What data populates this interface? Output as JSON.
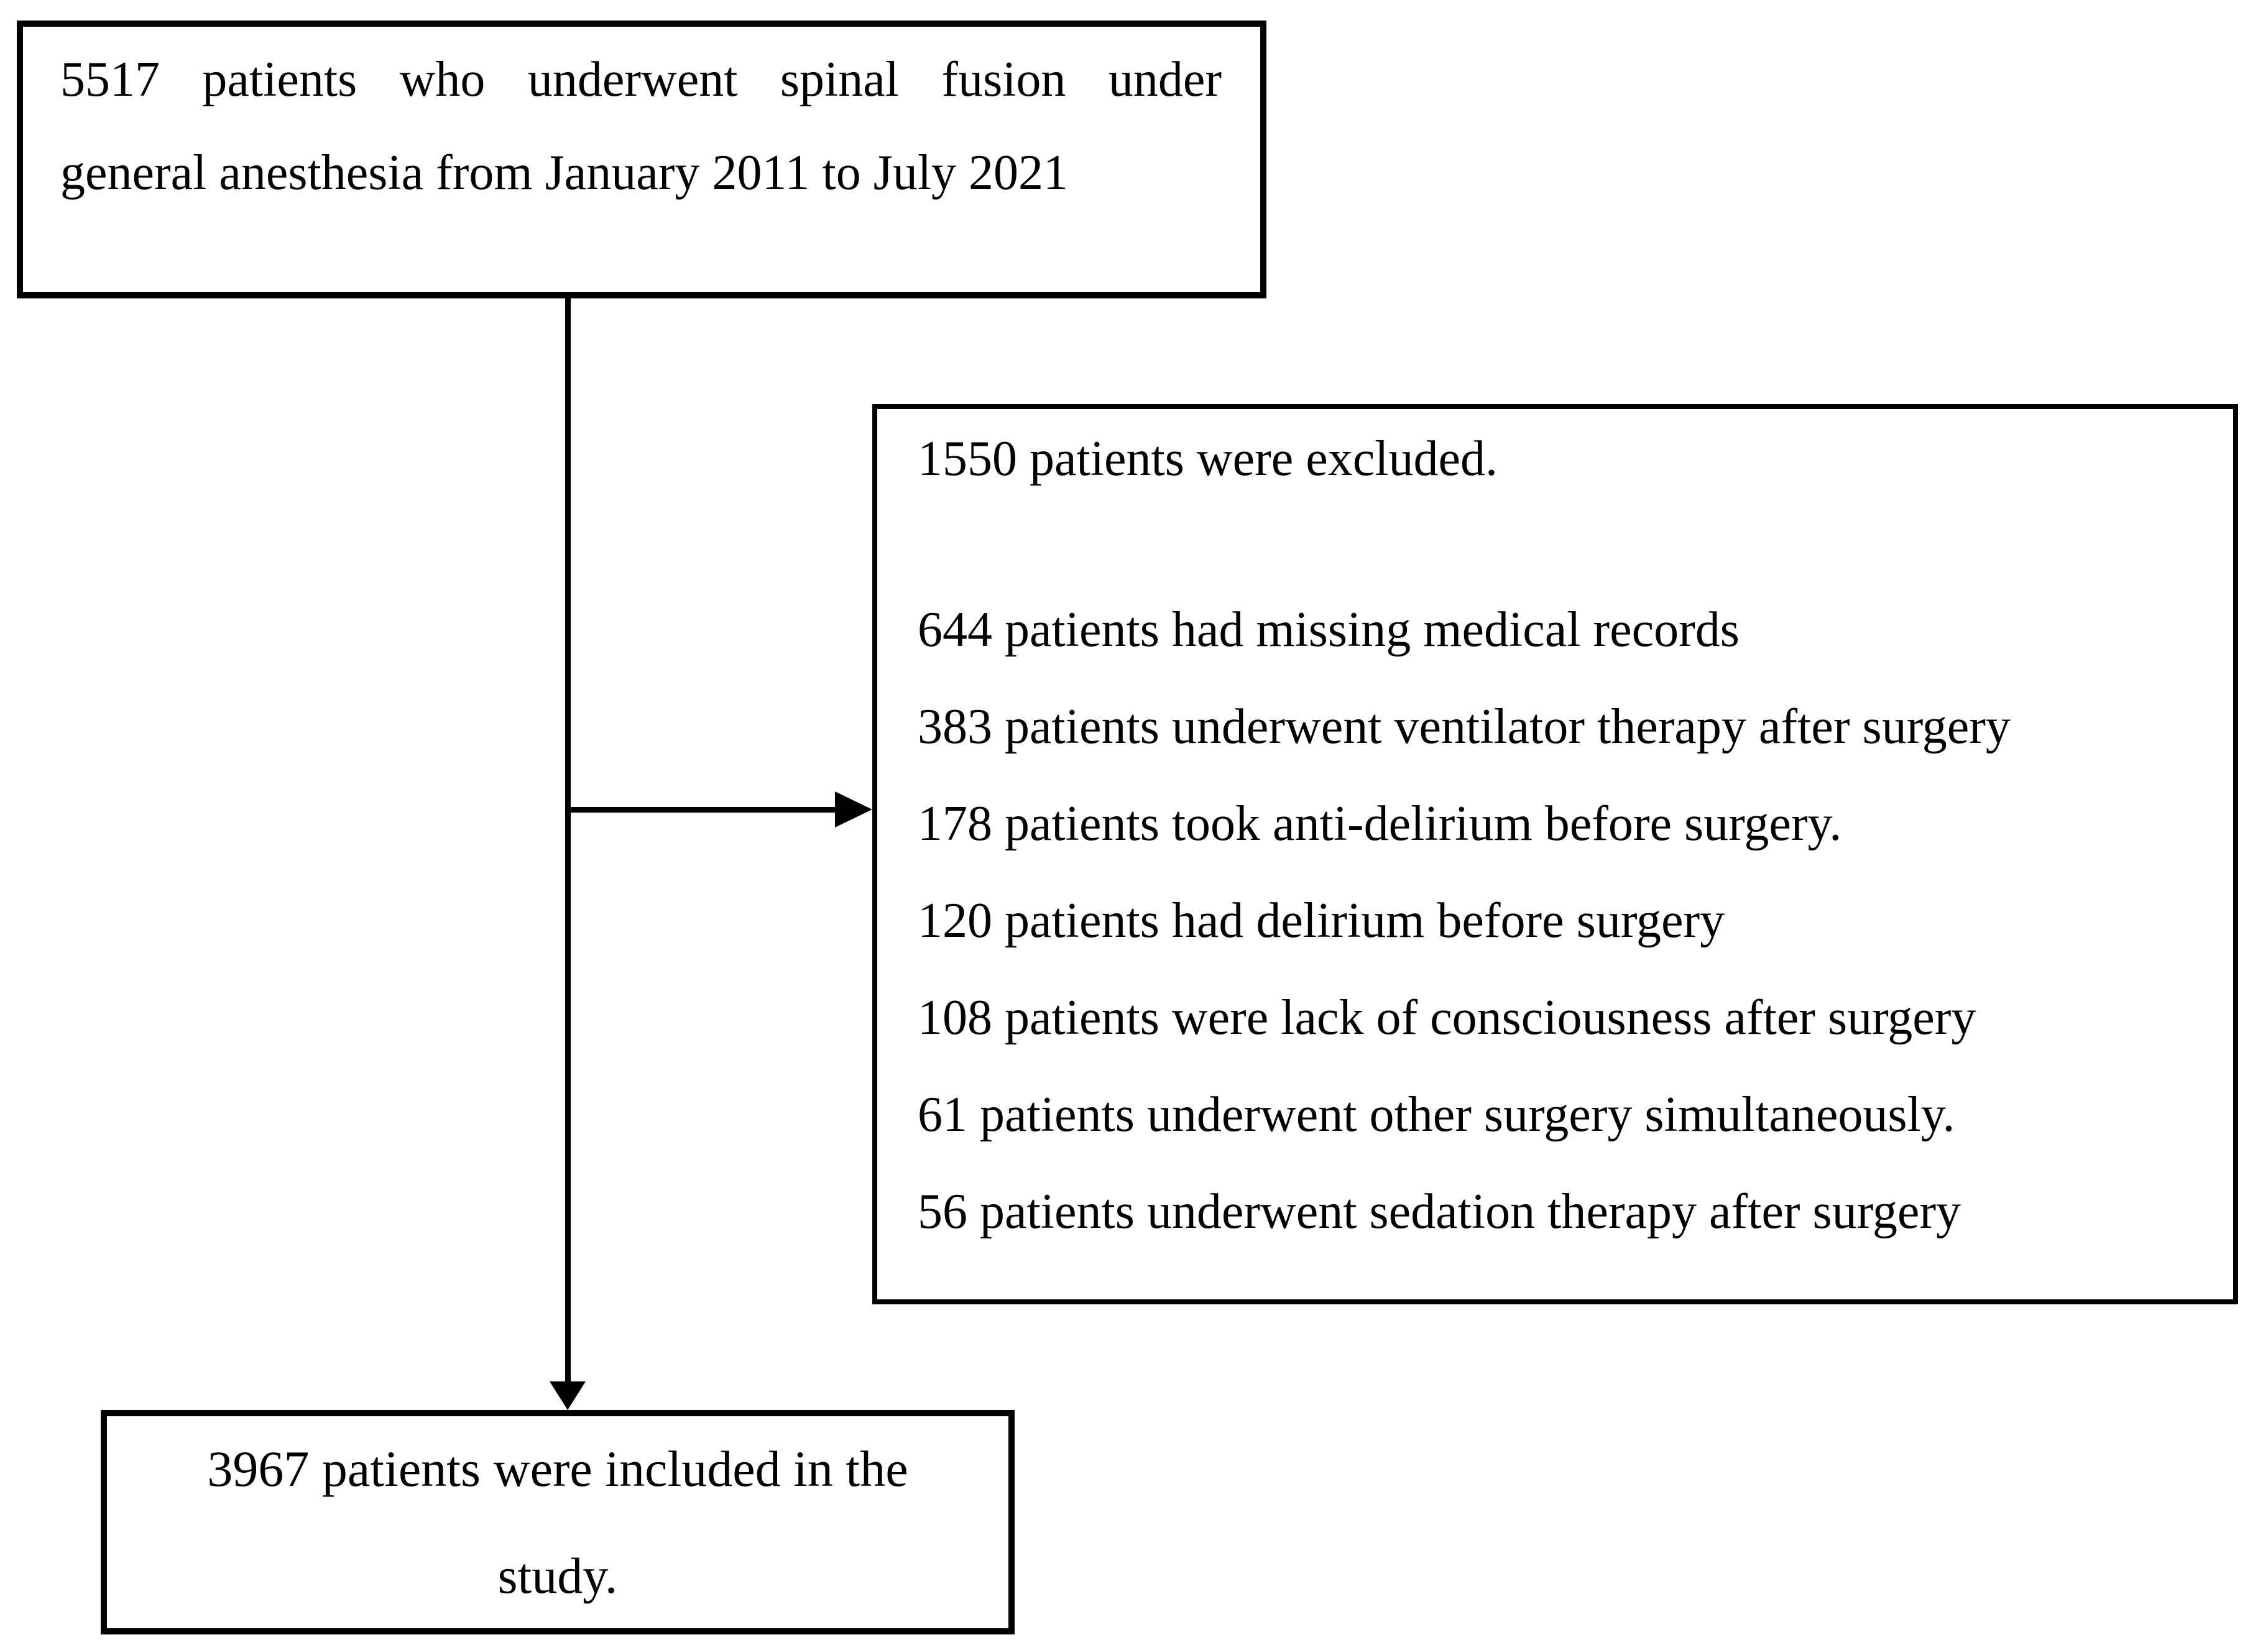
{
  "figure": {
    "background_color": "#ffffff",
    "line_color": "#000000",
    "enrollment_box": {
      "lines": [
        "5517 patients who underwent spinal fusion under",
        "general anesthesia from January 2011 to July 2021"
      ]
    },
    "exclusion_box": {
      "heading": "1550 patients were excluded.",
      "items": [
        "644 patients had missing medical records",
        "383 patients underwent ventilator therapy after surgery",
        "178 patients took anti-delirium before surgery.",
        "120 patients had delirium before surgery",
        "108 patients were lack of consciousness after surgery",
        "61 patients underwent other surgery simultaneously.",
        "56 patients underwent sedation therapy after surgery"
      ]
    },
    "inclusion_box": {
      "lines": [
        "3967 patients were included in the",
        "study."
      ]
    }
  }
}
